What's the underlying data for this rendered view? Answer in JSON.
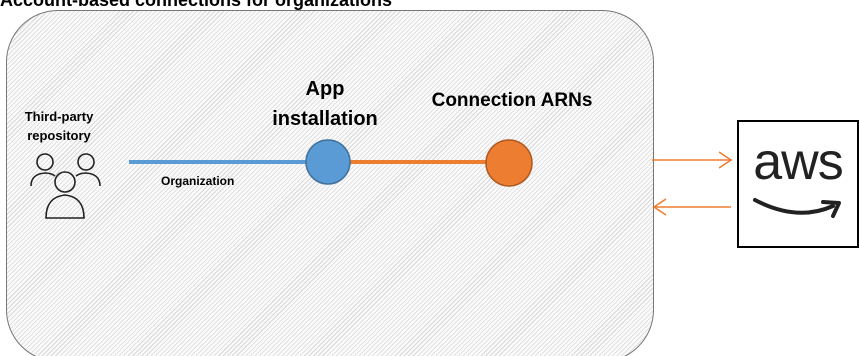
{
  "title": "Account-based connections for organizations",
  "repository": {
    "label_line1": "Third-party",
    "label_line2": "repository",
    "icon": "users-group-icon"
  },
  "connection_line_label": "Organization",
  "app_node": {
    "label_line1": "App",
    "label_line2": "installation",
    "color": "#5b9bd5"
  },
  "arn_node": {
    "label": "Connection ARNs",
    "color": "#ed7d31"
  },
  "aws": {
    "logo_text": "aws",
    "icon": "aws-logo-icon"
  },
  "colors": {
    "blue_line": "#5b9bd5",
    "orange_line": "#ed7d31",
    "arrow": "#ed7d31"
  }
}
